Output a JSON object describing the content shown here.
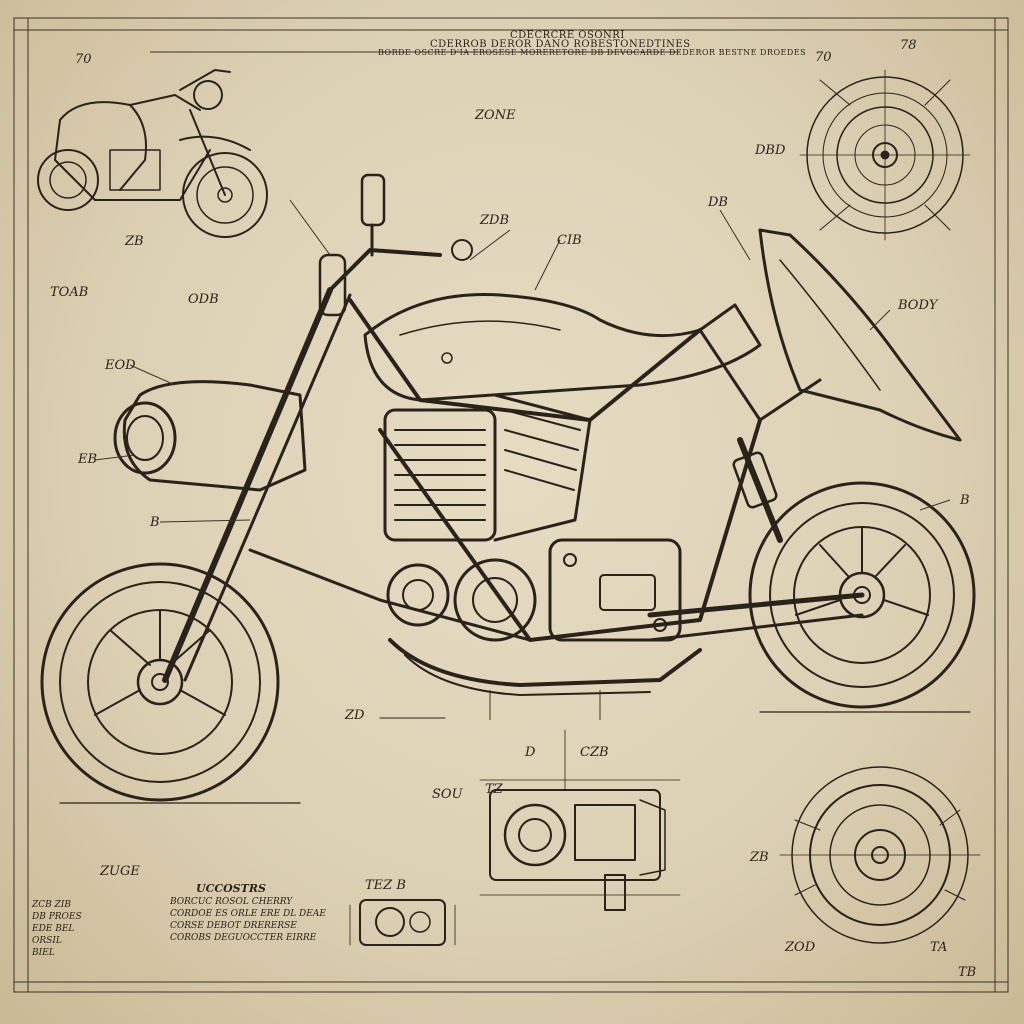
{
  "header": {
    "line1": "CDECRCRE OSONRI",
    "line2": "CDERROB DEROR DANO ROBESTONEDTINES",
    "line3": "BORDE OSCRE D'IA EROSESE MORERETORE DB DEVOCARDE DEDEROR BESTNE DROEDES"
  },
  "labels": {
    "top_center": "ZONE",
    "top_left_a": "⁠70",
    "top_left_b": "ZB",
    "tr_a": "⁠70",
    "tr_b": "⁠78",
    "wheel_tr": "DBD",
    "left_1": "⁠TOAB",
    "left_2": "⁠ODB",
    "left_3": "⁠EOD",
    "left_4": "⁠EB",
    "left_5": "⁠B",
    "mid_1": "⁠ZDB",
    "mid_2": "⁠CIB",
    "mid_3": "DB",
    "right_1": "⁠BODY",
    "right_2": "⁠B",
    "bottom_mid_1": "⁠ZD",
    "bottom_mid_2": "⁠D",
    "bottom_mid_3": "⁠CZB",
    "engine_left": "⁠SOU",
    "engine_top": "⁠⁠TZ",
    "small_engine": "⁠TEZ B",
    "sig": "⁠ZUGE",
    "wheel_br_1": "⁠ZOD",
    "wheel_br_2": "⁠TA",
    "wheel_br_3": "⁠ZB",
    "corner": "⁠TB"
  },
  "notes_left": [
    "⁠ZCB ⁠ZIB",
    "⁠⁠DB PROES",
    "⁠⁠EDE ⁠⁠BEL",
    "⁠ORSIL",
    "⁠⁠BIEL"
  ],
  "notes_center": {
    "title": "UCCOSTRS",
    "lines": [
      "BORCUC ROSOL CHERRY",
      "CORDOE ES ORLE ERE DL ⁠DEAE",
      "CORSE DEBOT DRERERSE",
      "COROBS DEGUOCCTER EIRRE"
    ]
  }
}
